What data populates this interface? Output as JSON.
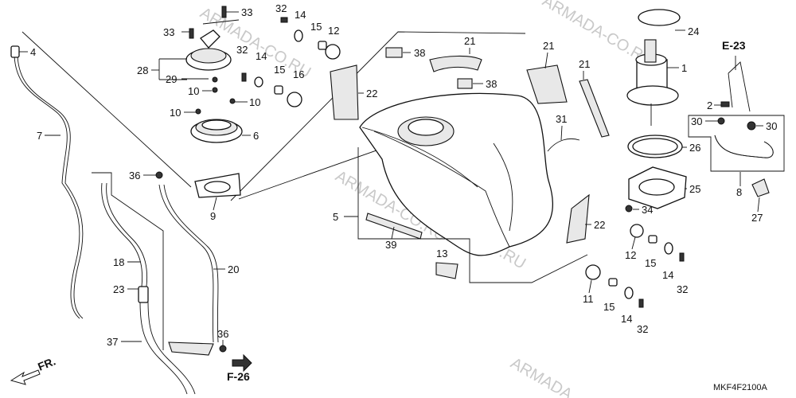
{
  "title": "",
  "watermarks": [
    "ARMADA-CO.RU",
    "ARMADA-CO.RU",
    "ARMADA-CO.RU",
    "ARMADA-CO.RU",
    "ARMADA"
  ],
  "references": {
    "e23": "E-23",
    "f26": "F-26",
    "front": "FR."
  },
  "diagram_code": "MKF4F2100A",
  "labels": {
    "p1": "1",
    "p2": "2",
    "p4": "4",
    "p5": "5",
    "p6": "6",
    "p7": "7",
    "p8": "8",
    "p9": "9",
    "p10a": "10",
    "p10b": "10",
    "p10c": "10",
    "p11": "11",
    "p12a": "12",
    "p12b": "12",
    "p13": "13",
    "p14a": "14",
    "p14b": "14",
    "p14c": "14",
    "p14d": "14",
    "p15a": "15",
    "p15b": "15",
    "p15c": "15",
    "p15d": "15",
    "p16": "16",
    "p18": "18",
    "p20": "20",
    "p21a": "21",
    "p21b": "21",
    "p21c": "21",
    "p22a": "22",
    "p22b": "22",
    "p23": "23",
    "p24": "24",
    "p25": "25",
    "p26": "26",
    "p27": "27",
    "p28": "28",
    "p29": "29",
    "p30a": "30",
    "p30b": "30",
    "p31": "31",
    "p32a": "32",
    "p32b": "32",
    "p32c": "32",
    "p32d": "32",
    "p33a": "33",
    "p33b": "33",
    "p34": "34",
    "p36a": "36",
    "p36b": "36",
    "p37": "37",
    "p38a": "38",
    "p38b": "38",
    "p39": "39"
  }
}
